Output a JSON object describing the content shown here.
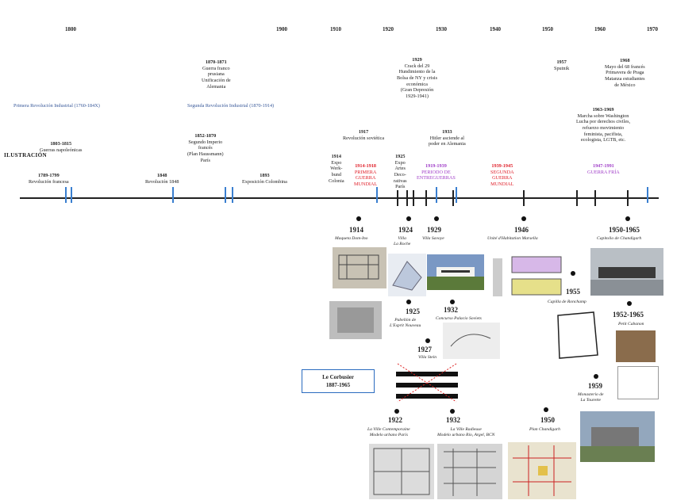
{
  "years": [
    "1800",
    "1900",
    "1910",
    "1920",
    "1930",
    "1940",
    "1950",
    "1960",
    "1970"
  ],
  "top_events": {
    "e1870": {
      "year": "1870-1871",
      "text": "Guerra franco\nprusiana\nUnificación de\nAlemania"
    },
    "rev_ind_1": "Primera Revolución Industrial (1760-184X)",
    "rev_ind_2": "Segunda Revolución Industrial (1870-1914)",
    "e1803": {
      "year": "1803-1815",
      "text": "Guerras napoleónicas"
    },
    "e1852": {
      "year": "1852-1870",
      "text": "Segundo Imperio\nfrancés\n(Plan Haussmann)\nParís"
    },
    "ilustracion": "ILUSTRACIÓN",
    "e1789": {
      "year": "1789-1799",
      "text": "Revolución francesa"
    },
    "e1848": {
      "year": "1848",
      "text": "Revolución 1848"
    },
    "e1893": {
      "year": "1893",
      "text": "Exposición Colombina"
    },
    "e1914": {
      "year": "1914",
      "text": "Expo\nWerk-\nbund\nColonia"
    },
    "e1914_18": {
      "year": "1914-1918",
      "text": "PRIMERA\nGUERRA\nMUNDIAL"
    },
    "e1917": {
      "year": "1917",
      "text": "Revolución soviética"
    },
    "e1925": {
      "year": "1925",
      "text": "Expo\nArtes\nDeco-\nrativas\nParís"
    },
    "e1929": {
      "year": "1929",
      "text": "Crack del 29\nHundimiento de la\nBolsa de NY y crisis\neconómica\n(Gran Depresión\n1929-1941)"
    },
    "e1933": {
      "year": "1933",
      "text": "Hitler asciende al\npoder en Alemania"
    },
    "e1919_39": {
      "year": "1919-1939",
      "text": "PERIODO DE\nENTREGUERRAS"
    },
    "e1939_45": {
      "year": "1939-1945",
      "text": "SEGUNDA\nGUERRA\nMUNDIAL"
    },
    "e1957": {
      "year": "1957",
      "text": "Sputnik"
    },
    "e1968": {
      "year": "1968",
      "text": "Mayo del 68 francés\nPrimavera de Praga\nMatanza estudiantes\nde México"
    },
    "e1963": {
      "year": "1963-1969",
      "text": "Marcha sobre Washington\nLucha por derechos civiles,\nrefuerzo movimiento\nfeminista, pacifista,\necologista, LGTB, etc."
    },
    "e1947_91": {
      "year": "1947-1991",
      "text": "GUERRA FRÍA"
    }
  },
  "le_corbusier": {
    "name": "Le Corbusier",
    "dates": "1887-1965"
  },
  "works": [
    {
      "year": "1914",
      "caption": "Maqueta Dom-Ino"
    },
    {
      "year": "1924",
      "caption": "Villa\nLa Roche"
    },
    {
      "year": "1929",
      "caption": "Villa Savoye"
    },
    {
      "year": "1946",
      "caption": "Unité d'Habitation Marsella"
    },
    {
      "year": "1950-1965",
      "caption": "Capitolio de Chandigarh"
    },
    {
      "year": "1925",
      "caption": "Pabellón de\nL'Esprit Nouveau"
    },
    {
      "year": "1932",
      "caption": "Concurso Palacio Soviets"
    },
    {
      "year": "1955",
      "caption": "Capilla de Ronchamp"
    },
    {
      "year": "1952-1965",
      "caption": "Petit Cabanon"
    },
    {
      "year": "1927",
      "caption": "Villa Stein"
    },
    {
      "year": "1959",
      "caption": "Monasterio de\nLa Tourette"
    },
    {
      "year": "1922",
      "caption": "La Ville Contemporaine\nModelo urbano París"
    },
    {
      "year": "1932",
      "caption": "La Ville Radieuse\nModelo urbano Río, Argel, BCN"
    },
    {
      "year": "1950",
      "caption": "Plan Chandigarh"
    }
  ]
}
